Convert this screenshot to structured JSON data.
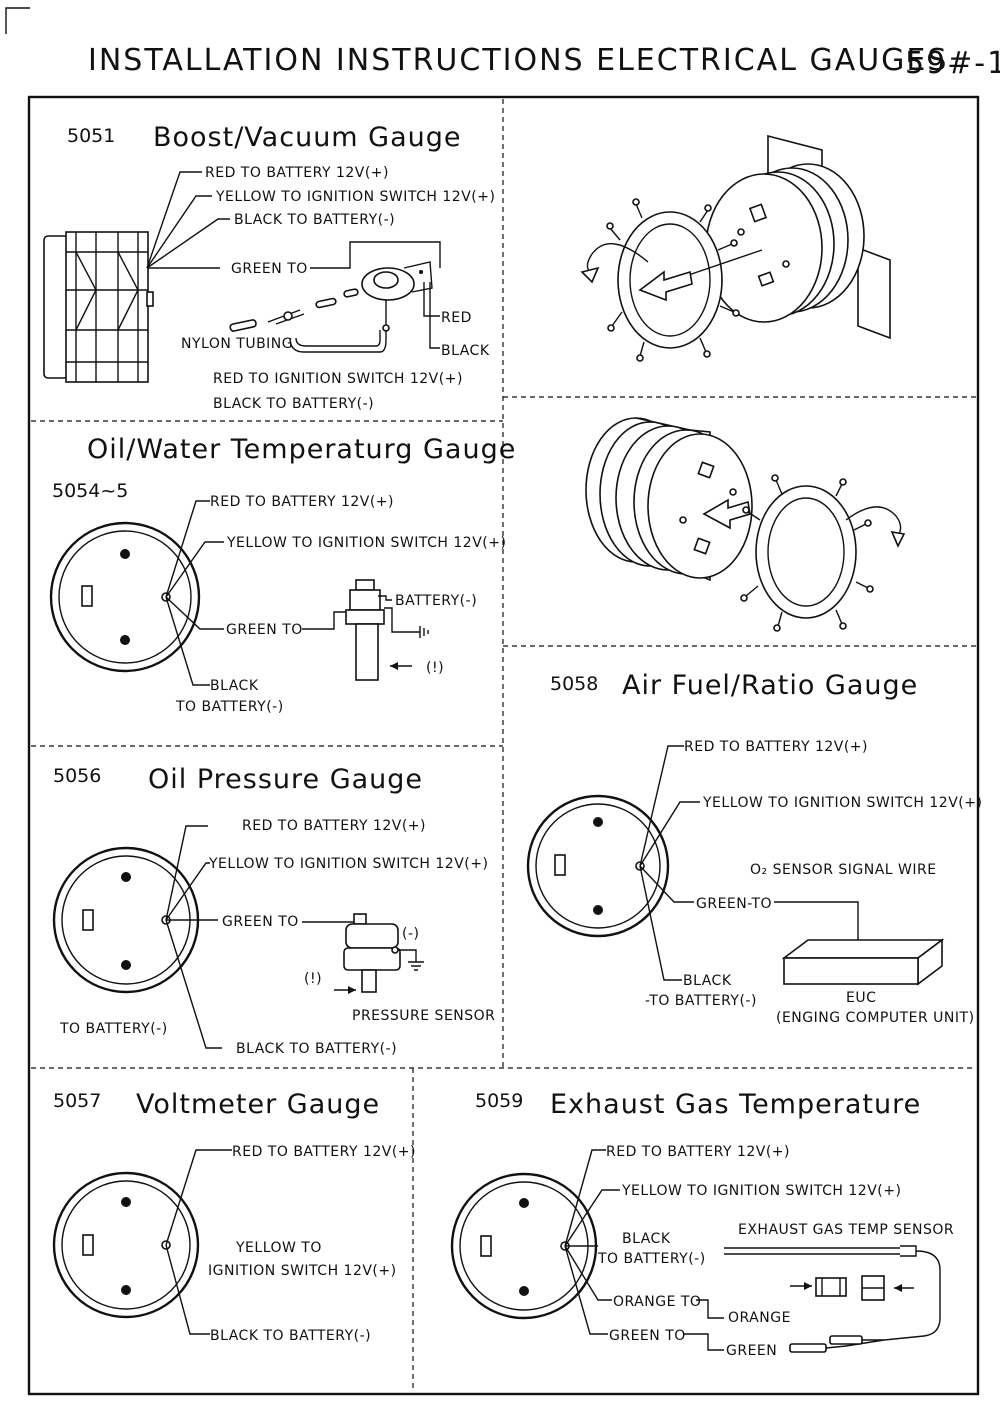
{
  "page": {
    "title": "INSTALLATION INSTRUCTIONS ELECTRICAL GAUGES",
    "ref": "59#-1"
  },
  "boost": {
    "code": "5051",
    "heading": "Boost/Vacuum Gauge",
    "red": "RED TO BATTERY 12V(+)",
    "yellow": "YELLOW   TO IGNITION SWITCH 12V(+)",
    "black": "BLACK   TO BATTERY(-)",
    "green": "GREEN TO",
    "nylon": "NYLON TUBING",
    "relay_red": "RED",
    "relay_black": "BLACK",
    "red_ign": "RED   TO IGNITION SWITCH 12V(+)",
    "black_bat": "BLACK   TO BATTERY(-)"
  },
  "temp": {
    "code": "5054~5",
    "heading": "Oil/Water Temperaturg Gauge",
    "red": "RED TO BATTERY 12V(+)",
    "yellow": "YELLOW   TO IGNITION SWITCH 12V(+)",
    "green": "GREEN TO",
    "battery_neg": "BATTERY(-)",
    "warn": "(!)",
    "black": "BLACK",
    "to_battery": "TO BATTERY(-)"
  },
  "oilp": {
    "code": "5056",
    "heading": "Oil Pressure Gauge",
    "red": "RED TO BATTERY 12V(+)",
    "yellow": "YELLOW TO IGNITION SWITCH 12V(+)",
    "green": "GREEN TO",
    "neg": "(-)",
    "warn": "(!)",
    "sensor": "PRESSURE SENSOR",
    "to_battery": "TO BATTERY(-)",
    "black": "BLACK TO BATTERY(-)"
  },
  "afr": {
    "code": "5058",
    "heading": "Air Fuel/Ratio Gauge",
    "red": "RED TO BATTERY 12V(+)",
    "yellow": "YELLOW   TO IGNITION SWITCH 12V(+)",
    "o2": "O₂ SENSOR SIGNAL WIRE",
    "green": "GREEN-TO",
    "black": "BLACK",
    "to_battery": "-TO BATTERY(-)",
    "euc": "EUC",
    "euc_full": "(ENGING COMPUTER UNIT)"
  },
  "volt": {
    "code": "5057",
    "heading": "Voltmeter Gauge",
    "red": "RED TO BATTERY 12V(+)",
    "yellow": "YELLOW   TO",
    "ign": "IGNITION SWITCH 12V(+)",
    "black": "BLACK  TO BATTERY(-)"
  },
  "egt": {
    "code": "5059",
    "heading": "Exhaust Gas Temperature",
    "red": "RED TO BATTERY 12V(+)",
    "yellow": "YELLOW   TO IGNITION SWITCH 12V(+)",
    "black": "BLACK",
    "to_battery": "TO BATTERY(-)",
    "orange_to": "ORANGE TO",
    "orange": "ORANGE",
    "green_to": "GREEN TO",
    "green": "GREEN",
    "sensor": "EXHAUST GAS TEMP SENSOR"
  },
  "gauge_small_labels": {
    "a": "+",
    "b": "-",
    "c": "~"
  }
}
